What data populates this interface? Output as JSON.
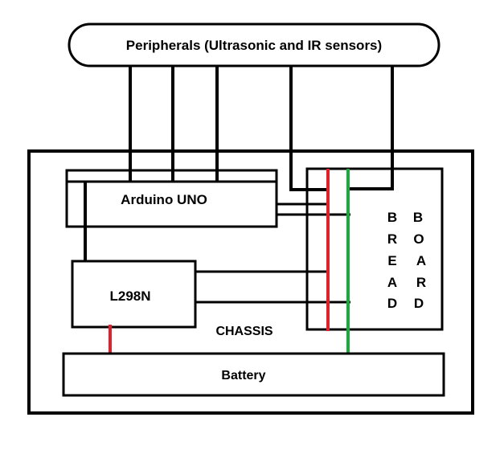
{
  "diagram": {
    "peripherals_label": "Peripherals (Ultrasonic and IR sensors)",
    "arduino_label": "Arduino UNO",
    "l298n_label": "L298N",
    "chassis_label": "CHASSIS",
    "battery_label": "Battery",
    "breadboard_col1": [
      "B",
      "R",
      "E",
      "A",
      "D"
    ],
    "breadboard_col2": [
      "B",
      "O",
      "A",
      "R",
      "D"
    ]
  },
  "colors": {
    "line": "#000000",
    "power_rail": "#e0202a",
    "ground_rail": "#1aaa3a"
  }
}
